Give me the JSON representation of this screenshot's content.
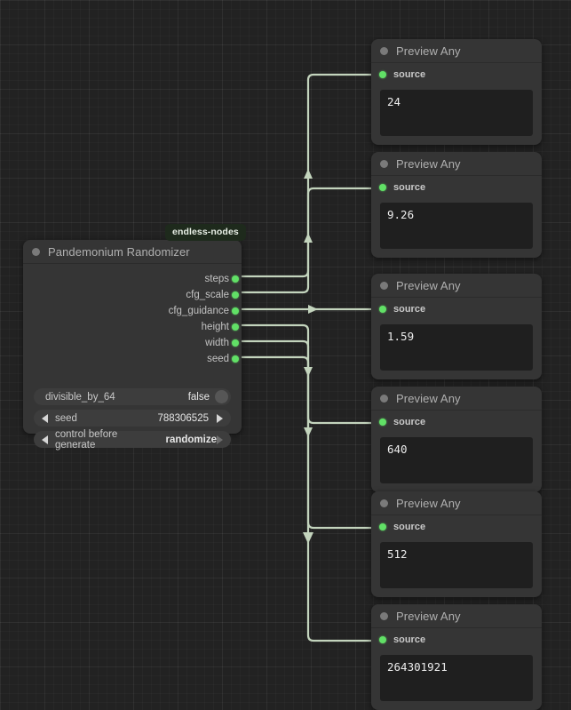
{
  "canvas": {
    "background_color": "#222222",
    "link_color": "#c3d4bd",
    "slot_color": "#61e066",
    "node_color": "#353535"
  },
  "randomizer_node": {
    "badge": "endless-nodes",
    "title": "Pandemonium Randomizer",
    "collapse_icon": "collapse-dot-icon",
    "outputs": [
      {
        "label": "steps"
      },
      {
        "label": "cfg_scale"
      },
      {
        "label": "cfg_guidance"
      },
      {
        "label": "height"
      },
      {
        "label": "width"
      },
      {
        "label": "seed"
      }
    ],
    "widgets": [
      {
        "type": "toggle",
        "name": "divisible_by_64",
        "value": "false"
      },
      {
        "type": "stepper",
        "name": "seed",
        "value": "788306525",
        "bold": false
      },
      {
        "type": "stepper",
        "name": "control before generate",
        "value": "randomize",
        "bold": true
      }
    ]
  },
  "preview_nodes": [
    {
      "title": "Preview Any",
      "slot_label": "source",
      "value": "24"
    },
    {
      "title": "Preview Any",
      "slot_label": "source",
      "value": "9.26"
    },
    {
      "title": "Preview Any",
      "slot_label": "source",
      "value": "1.59"
    },
    {
      "title": "Preview Any",
      "slot_label": "source",
      "value": "640"
    },
    {
      "title": "Preview Any",
      "slot_label": "source",
      "value": "512"
    },
    {
      "title": "Preview Any",
      "slot_label": "source",
      "value": "264301921"
    }
  ]
}
